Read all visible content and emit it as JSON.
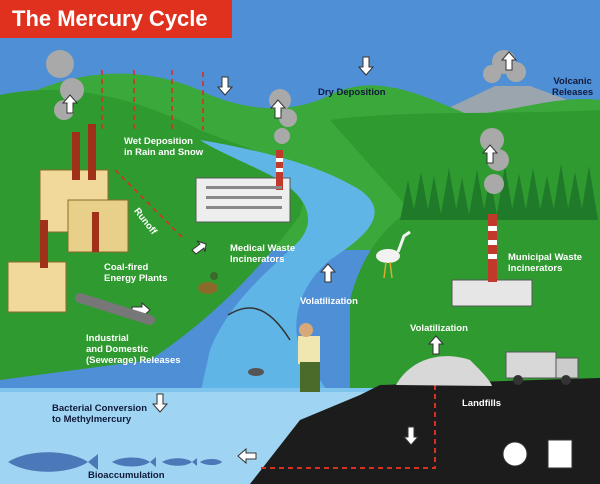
{
  "title": "The Mercury Cycle",
  "labels": {
    "dry_deposition": "Dry Deposition",
    "volcanic_releases": "Volcanic\nReleases",
    "wet_deposition": "Wet Deposition\nin Rain and Snow",
    "runoff": "Runoff",
    "coal_fired": "Coal-fired\nEnergy Plants",
    "medical_waste": "Medical Waste\nIncinerators",
    "municipal_waste": "Municipal Waste\nIncinerators",
    "volatilization_river": "Volatilization",
    "volatilization_landfill": "Volatilization",
    "industrial_releases": "Industrial\nand Domestic\n(Sewerage) Releases",
    "landfills": "Landfills",
    "bacterial_conversion": "Bacterial Conversion\nto Methylmercury",
    "bioaccumulation": "Bioaccumulation"
  },
  "colors": {
    "sky": "#4f8fd6",
    "hills": "#2f9a2f",
    "hills_light": "#4fb43a",
    "river": "#5fb6e6",
    "water": "#9fd4f2",
    "landfill": "#1c1c1c",
    "title_bg": "#e0301e",
    "deposition_lines": "#d83020"
  },
  "icons": [
    "arrow-up-icon",
    "arrow-down-icon",
    "arrow-left-icon",
    "arrow-right-icon",
    "smoke-plume-icon",
    "fish-icon",
    "heron-icon",
    "duck-icon",
    "fisherman-icon",
    "truck-icon",
    "logo-icon"
  ]
}
